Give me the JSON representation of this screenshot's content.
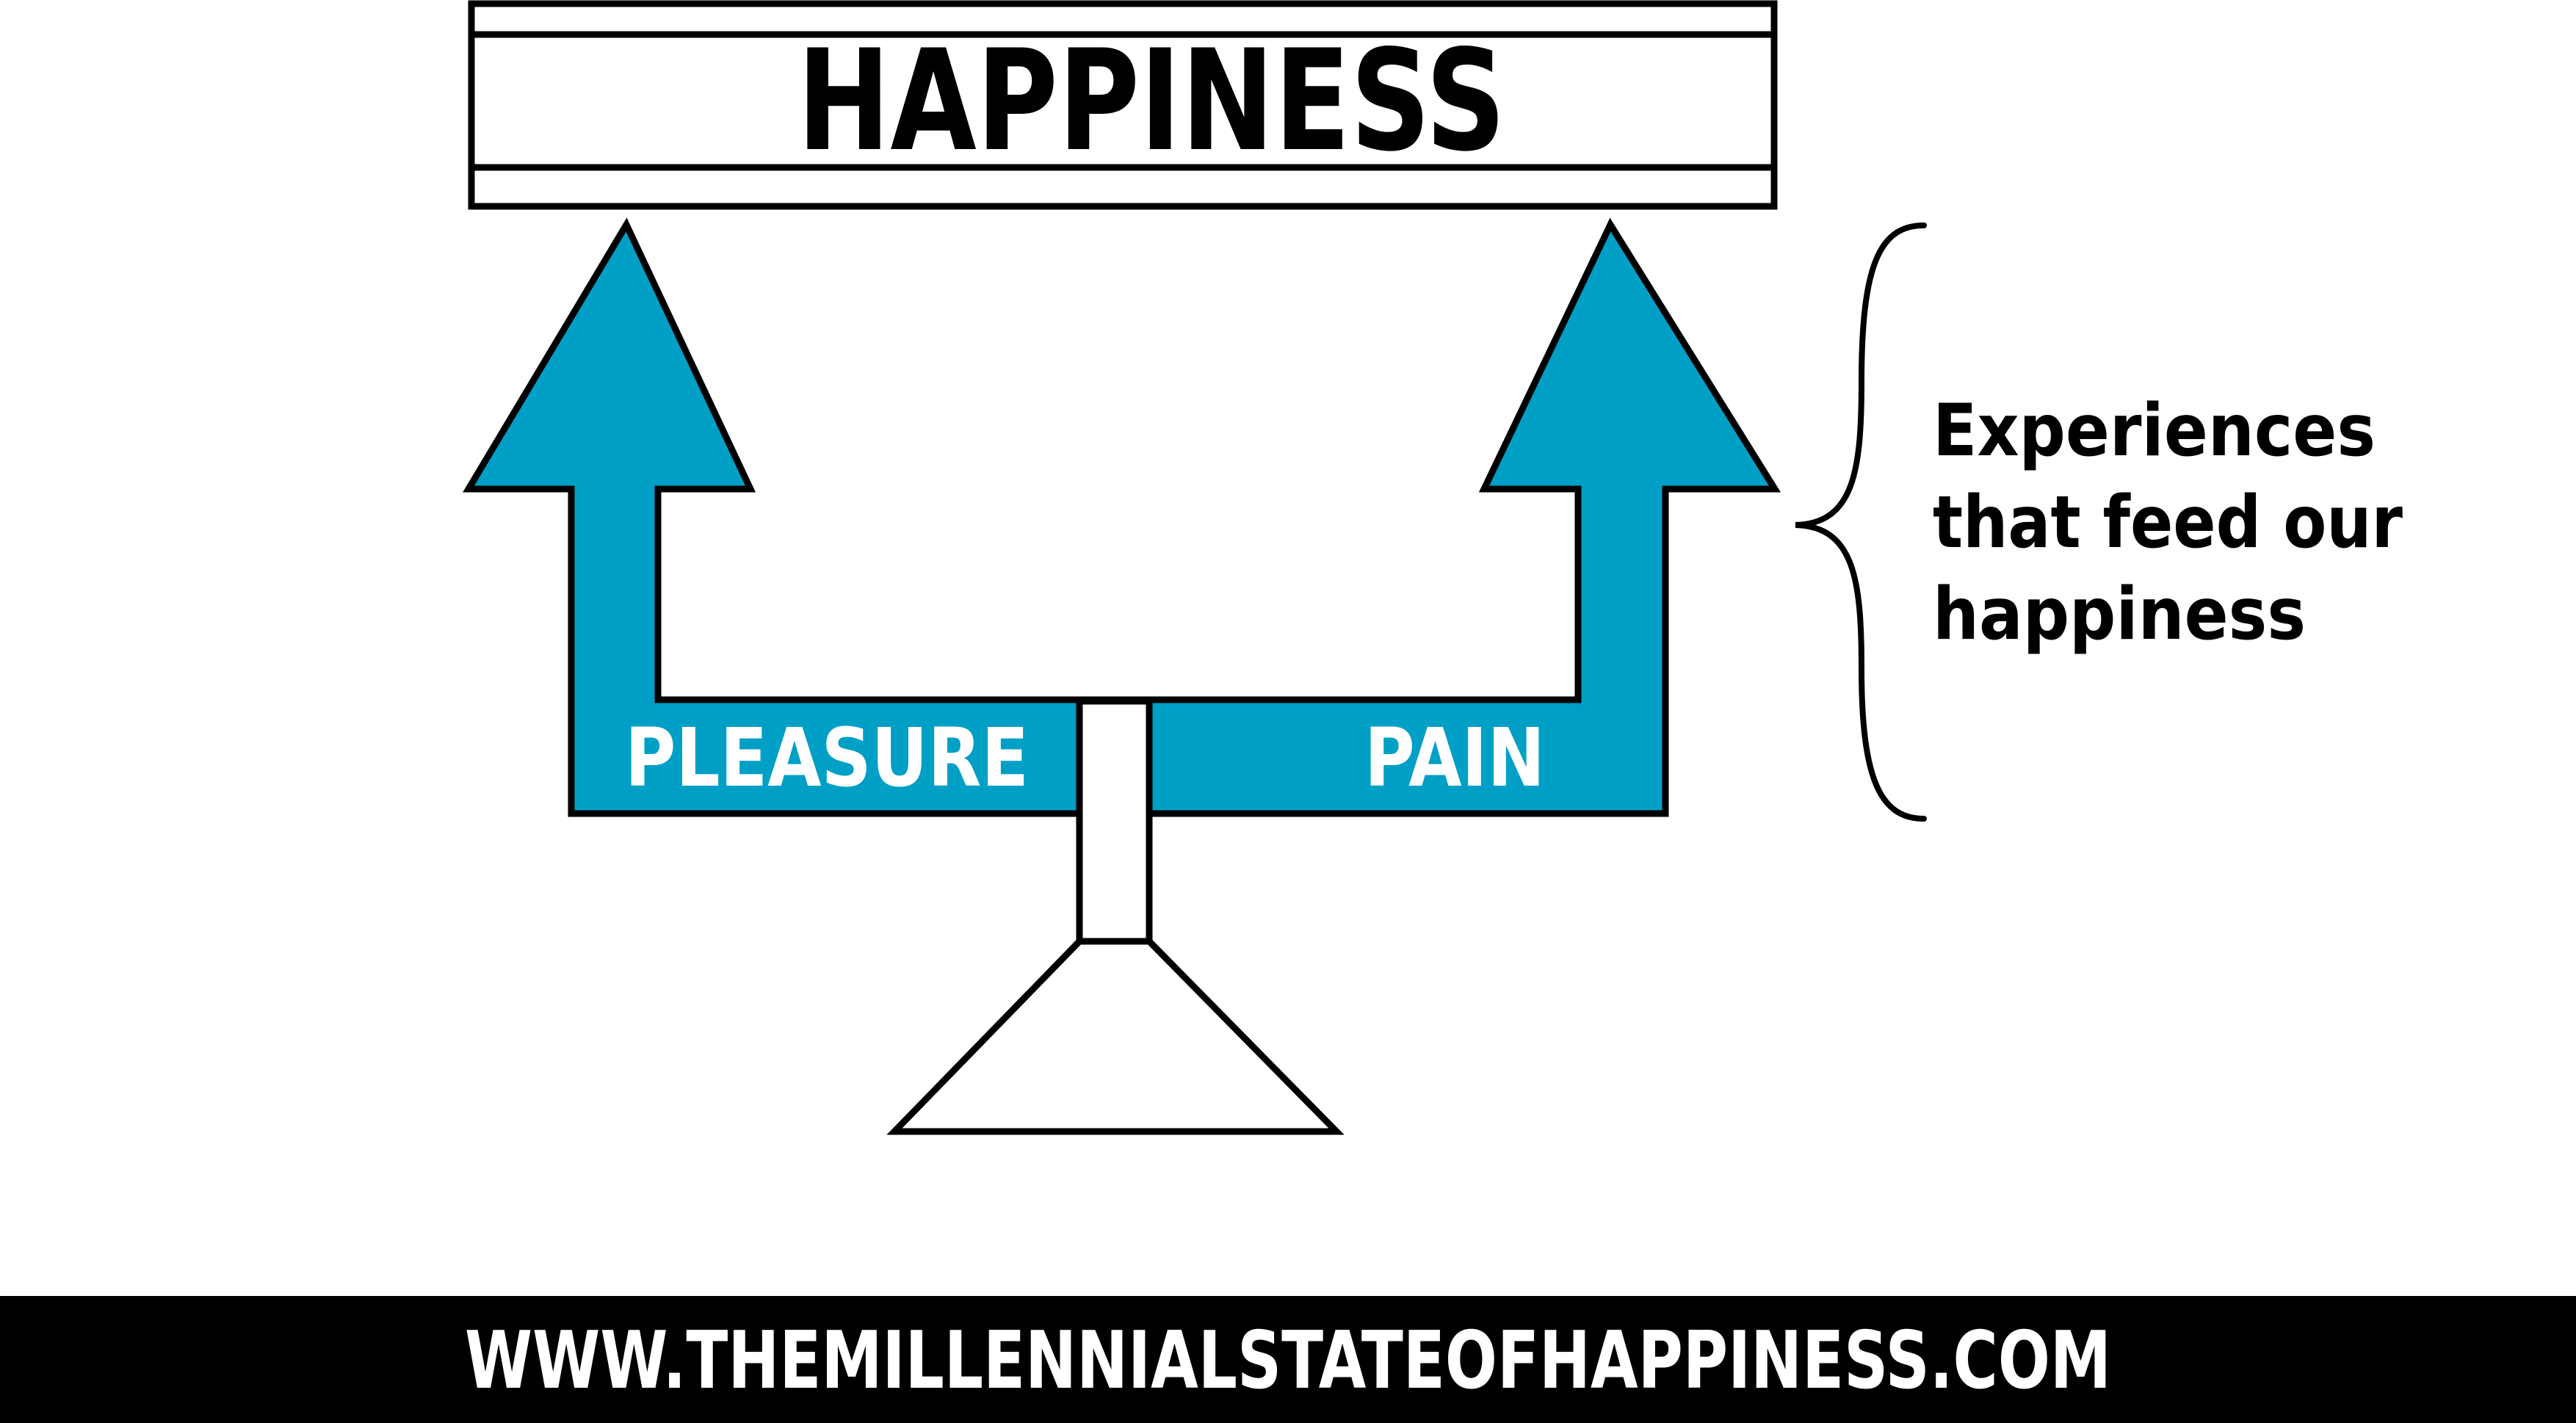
{
  "title": "HAPPINESS",
  "arrows": {
    "left_label": "PLEASURE",
    "right_label": "PAIN",
    "fill_color": "#00A0C6"
  },
  "annotation": {
    "lines": [
      "Experiences",
      "that feed our",
      "happiness"
    ]
  },
  "footer": {
    "url": "WWW.THEMILLENNIALSTATEOFHAPPINESS.COM",
    "background_color": "#000000"
  }
}
